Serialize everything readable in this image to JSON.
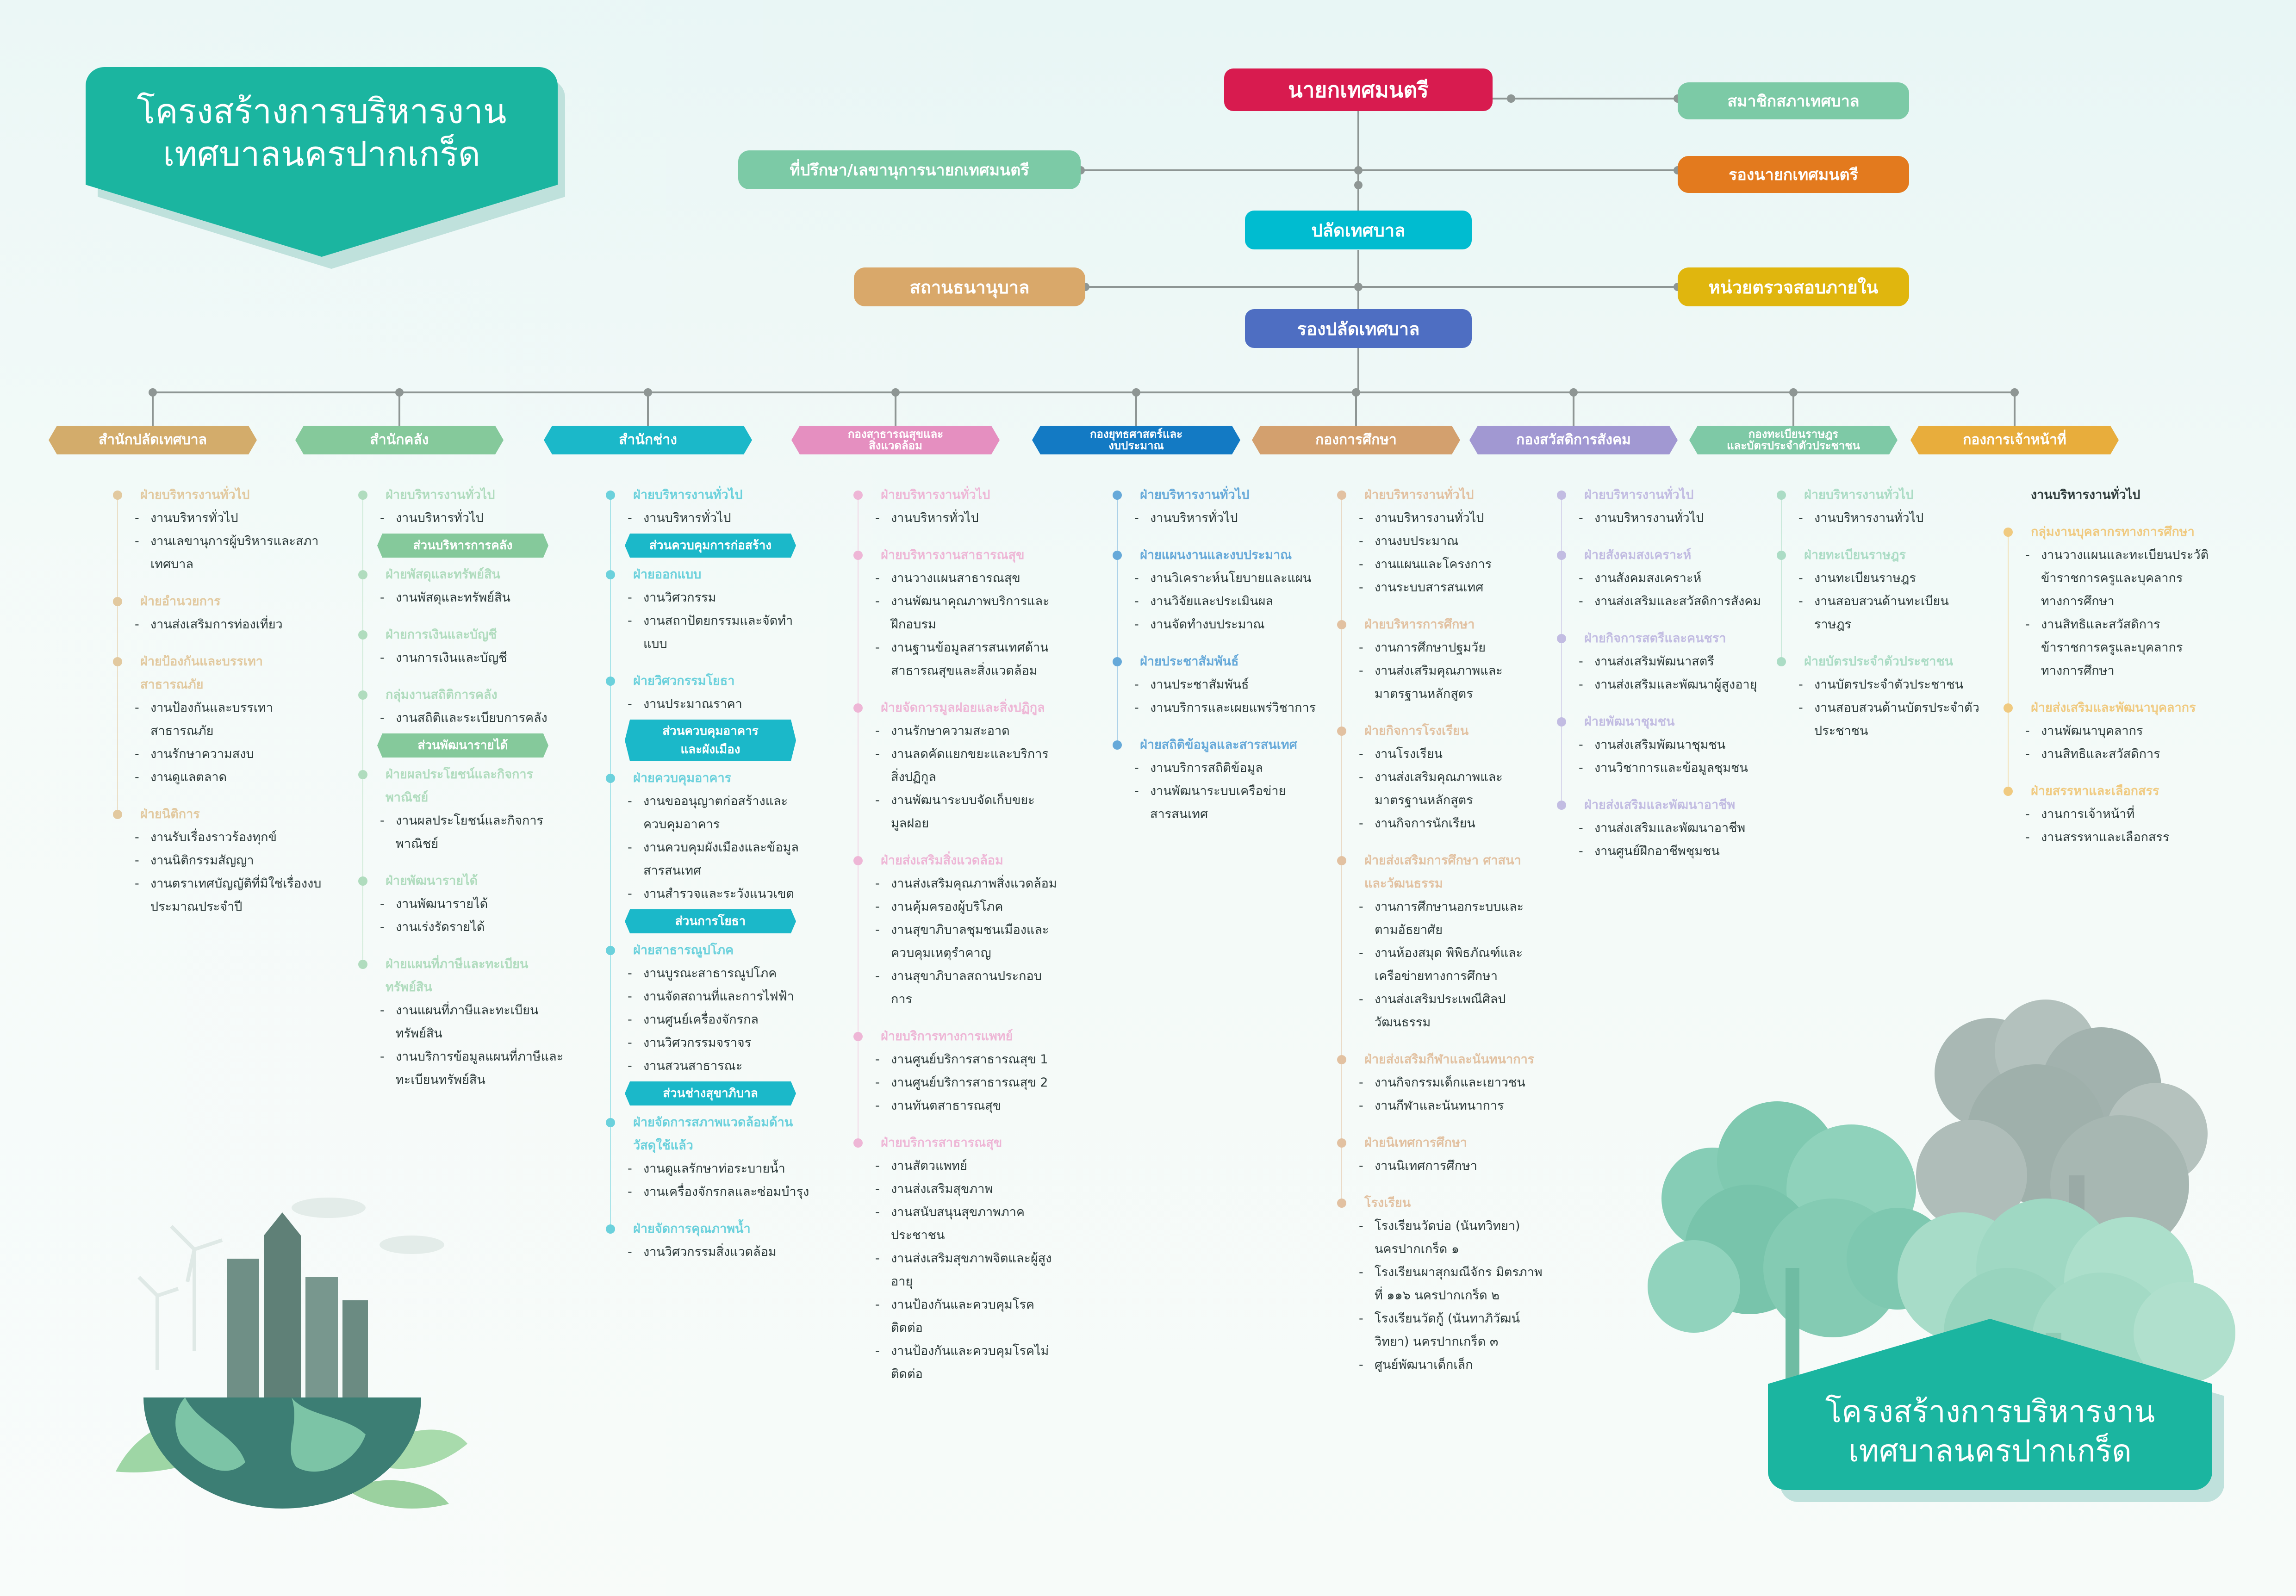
{
  "title_top": [
    "โครงสร้างการบริหารงาน",
    "เทศบาลนครปากเกร็ด"
  ],
  "title_bottom": [
    "โครงสร้างการบริหารงาน",
    "เทศบาลนครปากเกร็ด"
  ],
  "top": {
    "mayor": "นายกเทศมนตรี",
    "council": "สมาชิกสภาเทศบาล",
    "advisor": "ที่ปรึกษา/เลขานุการนายกเทศมนตรี",
    "deputy_mayor": "รองนายกเทศมนตรี",
    "clerk": "ปลัดเทศบาล",
    "pawnshop": "สถานธนานุบาล",
    "audit": "หน่วยตรวจสอบภายใน",
    "deputy_clerk": "รองปลัดเทศบาล"
  },
  "colors": {
    "teal": "#1bb5a0",
    "mayor": "#d81b4f",
    "council": "#7ccaa6",
    "advisor": "#7ccaa6",
    "deputy_mayor": "#e37a1e",
    "clerk": "#00bcd0",
    "pawnshop": "#d9a86a",
    "audit": "#e0b60e",
    "deputy_clerk": "#4e6ec2"
  },
  "departments": [
    {
      "name": "สำนักปลัดเทศบาล",
      "color": "#d3ac6b",
      "entries": [
        {
          "t": "node",
          "label": "ฝ่ายบริหารงานทั่วไป"
        },
        {
          "t": "item",
          "label": "งานบริหารทั่วไป"
        },
        {
          "t": "item",
          "label": "งานเลขานุการผู้บริหารและสภาเทศบาล"
        },
        {
          "t": "gap"
        },
        {
          "t": "node",
          "label": "ฝ่ายอำนวยการ"
        },
        {
          "t": "item",
          "label": "งานส่งเสริมการท่องเที่ยว"
        },
        {
          "t": "gap"
        },
        {
          "t": "node",
          "label": "ฝ่ายป้องกันและบรรเทาสาธารณภัย"
        },
        {
          "t": "item",
          "label": "งานป้องกันและบรรเทาสาธารณภัย"
        },
        {
          "t": "item",
          "label": "งานรักษาความสงบ"
        },
        {
          "t": "item",
          "label": "งานดูแลตลาด"
        },
        {
          "t": "gap"
        },
        {
          "t": "node",
          "label": "ฝ่ายนิติการ"
        },
        {
          "t": "item",
          "label": "งานรับเรื่องราวร้องทุกข์"
        },
        {
          "t": "item",
          "label": "งานนิติกรรมสัญญา"
        },
        {
          "t": "item",
          "label": "งานตราเทศบัญญัติที่มิใช่เรื่องงบประมาณประจำปี"
        }
      ]
    },
    {
      "name": "สำนักคลัง",
      "color": "#85c99b",
      "entries": [
        {
          "t": "node",
          "label": "ฝ่ายบริหารงานทั่วไป"
        },
        {
          "t": "item",
          "label": "งานบริหารทั่วไป"
        },
        {
          "t": "sub",
          "label": "ส่วนบริหารการคลัง"
        },
        {
          "t": "node",
          "label": "ฝ่ายพัสดุและทรัพย์สิน"
        },
        {
          "t": "item",
          "label": "งานพัสดุและทรัพย์สิน"
        },
        {
          "t": "gap"
        },
        {
          "t": "node",
          "label": "ฝ่ายการเงินและบัญชี"
        },
        {
          "t": "item",
          "label": "งานการเงินและบัญชี"
        },
        {
          "t": "gap"
        },
        {
          "t": "node",
          "label": "กลุ่มงานสถิติการคลัง"
        },
        {
          "t": "item",
          "label": "งานสถิติและระเบียบการคลัง"
        },
        {
          "t": "sub",
          "label": "ส่วนพัฒนารายได้"
        },
        {
          "t": "node",
          "label": "ฝ่ายผลประโยชน์และกิจการพาณิชย์"
        },
        {
          "t": "item",
          "label": "งานผลประโยชน์และกิจการพาณิชย์"
        },
        {
          "t": "gap"
        },
        {
          "t": "node",
          "label": "ฝ่ายพัฒนารายได้"
        },
        {
          "t": "item",
          "label": "งานพัฒนารายได้"
        },
        {
          "t": "item",
          "label": "งานเร่งรัดรายได้"
        },
        {
          "t": "gap"
        },
        {
          "t": "node",
          "label": "ฝ่ายแผนที่ภาษีและทะเบียนทรัพย์สิน"
        },
        {
          "t": "item",
          "label": "งานแผนที่ภาษีและทะเบียนทรัพย์สิน"
        },
        {
          "t": "item",
          "label": "งานบริการข้อมูลแผนที่ภาษีและทะเบียนทรัพย์สิน"
        }
      ]
    },
    {
      "name": "สำนักช่าง",
      "color": "#1bb8c9",
      "entries": [
        {
          "t": "node",
          "label": "ฝ่ายบริหารงานทั่วไป"
        },
        {
          "t": "item",
          "label": "งานบริหารทั่วไป"
        },
        {
          "t": "sub",
          "label": "ส่วนควบคุมการก่อสร้าง"
        },
        {
          "t": "node",
          "label": "ฝ่ายออกแบบ"
        },
        {
          "t": "item",
          "label": "งานวิศวกรรม"
        },
        {
          "t": "item",
          "label": "งานสถาปัตยกรรมและจัดทำแบบ"
        },
        {
          "t": "gap"
        },
        {
          "t": "node",
          "label": "ฝ่ายวิศวกรรมโยธา"
        },
        {
          "t": "item",
          "label": "งานประมาณราคา"
        },
        {
          "t": "sub2",
          "label": "ส่วนควบคุมอาคาร|และผังเมือง"
        },
        {
          "t": "node",
          "label": "ฝ่ายควบคุมอาคาร"
        },
        {
          "t": "item",
          "label": "งานขออนุญาตก่อสร้างและควบคุมอาคาร"
        },
        {
          "t": "item",
          "label": "งานควบคุมผังเมืองและข้อมูลสารสนเทศ"
        },
        {
          "t": "item",
          "label": "งานสำรวจและระวังแนวเขต"
        },
        {
          "t": "sub",
          "label": "ส่วนการโยธา"
        },
        {
          "t": "node",
          "label": "ฝ่ายสาธารณูปโภค"
        },
        {
          "t": "item",
          "label": "งานบูรณะสาธารณูปโภค"
        },
        {
          "t": "item",
          "label": "งานจัดสถานที่และการไฟฟ้า"
        },
        {
          "t": "item",
          "label": "งานศูนย์เครื่องจักรกล"
        },
        {
          "t": "item",
          "label": "งานวิศวกรรมจราจร"
        },
        {
          "t": "item",
          "label": "งานสวนสาธารณะ"
        },
        {
          "t": "sub",
          "label": "ส่วนช่างสุขาภิบาล"
        },
        {
          "t": "node",
          "label": "ฝ่ายจัดการสภาพแวดล้อมด้านวัสดุใช้แล้ว"
        },
        {
          "t": "item",
          "label": "งานดูแลรักษาท่อระบายน้ำ"
        },
        {
          "t": "item",
          "label": "งานเครื่องจักรกลและซ่อมบำรุง"
        },
        {
          "t": "gap"
        },
        {
          "t": "node",
          "label": "ฝ่ายจัดการคุณภาพน้ำ"
        },
        {
          "t": "item",
          "label": "งานวิศวกรรมสิ่งแวดล้อม"
        }
      ]
    },
    {
      "name": "กองสาธารณสุขและ|สิ่งแวดล้อม",
      "color": "#e58fc0",
      "small": true,
      "entries": [
        {
          "t": "node",
          "label": "ฝ่ายบริหารงานทั่วไป"
        },
        {
          "t": "item",
          "label": "งานบริหารทั่วไป"
        },
        {
          "t": "gap"
        },
        {
          "t": "node",
          "label": "ฝ่ายบริหารงานสาธารณสุข"
        },
        {
          "t": "item",
          "label": "งานวางแผนสาธารณสุข"
        },
        {
          "t": "item",
          "label": "งานพัฒนาคุณภาพบริการและฝึกอบรม"
        },
        {
          "t": "item",
          "label": "งานฐานข้อมูลสารสนเทศด้านสาธารณสุขและสิ่งแวดล้อม"
        },
        {
          "t": "gap"
        },
        {
          "t": "node",
          "label": "ฝ่ายจัดการมูลฝอยและสิ่งปฏิกูล"
        },
        {
          "t": "item",
          "label": "งานรักษาความสะอาด"
        },
        {
          "t": "item",
          "label": "งานลดคัดแยกขยะและบริการสิ่งปฏิกูล"
        },
        {
          "t": "item",
          "label": "งานพัฒนาระบบจัดเก็บขยะมูลฝอย"
        },
        {
          "t": "gap"
        },
        {
          "t": "node",
          "label": "ฝ่ายส่งเสริมสิ่งแวดล้อม"
        },
        {
          "t": "item",
          "label": "งานส่งเสริมคุณภาพสิ่งแวดล้อม"
        },
        {
          "t": "item",
          "label": "งานคุ้มครองผู้บริโภค"
        },
        {
          "t": "item",
          "label": "งานสุขาภิบาลชุมชนเมืองและควบคุมเหตุรำคาญ"
        },
        {
          "t": "item",
          "label": "งานสุขาภิบาลสถานประกอบการ"
        },
        {
          "t": "gap"
        },
        {
          "t": "node",
          "label": "ฝ่ายบริการทางการแพทย์"
        },
        {
          "t": "item",
          "label": "งานศูนย์บริการสาธารณสุข 1"
        },
        {
          "t": "item",
          "label": "งานศูนย์บริการสาธารณสุข 2"
        },
        {
          "t": "item",
          "label": "งานทันตสาธารณสุข"
        },
        {
          "t": "gap"
        },
        {
          "t": "node",
          "label": "ฝ่ายบริการสาธารณสุข"
        },
        {
          "t": "item",
          "label": "งานสัตวแพทย์"
        },
        {
          "t": "item",
          "label": "งานส่งเสริมสุขภาพ"
        },
        {
          "t": "item",
          "label": "งานสนับสนุนสุขภาพภาคประชาชน"
        },
        {
          "t": "item",
          "label": "งานส่งเสริมสุขภาพจิตและผู้สูงอายุ"
        },
        {
          "t": "item",
          "label": "งานป้องกันและควบคุมโรคติดต่อ"
        },
        {
          "t": "item",
          "label": "งานป้องกันและควบคุมโรคไม่ติดต่อ"
        }
      ]
    },
    {
      "name": "กองยุทธศาสตร์และ|งบประมาณ",
      "color": "#137ac4",
      "small": true,
      "entries": [
        {
          "t": "node",
          "label": "ฝ่ายบริหารงานทั่วไป"
        },
        {
          "t": "item",
          "label": "งานบริหารทั่วไป"
        },
        {
          "t": "gap"
        },
        {
          "t": "node",
          "label": "ฝ่ายแผนงานและงบประมาณ"
        },
        {
          "t": "item",
          "label": "งานวิเคราะห์นโยบายและแผน"
        },
        {
          "t": "item",
          "label": "งานวิจัยและประเมินผล"
        },
        {
          "t": "item",
          "label": "งานจัดทำงบประมาณ"
        },
        {
          "t": "gap"
        },
        {
          "t": "node",
          "label": "ฝ่ายประชาสัมพันธ์"
        },
        {
          "t": "item",
          "label": "งานประชาสัมพันธ์"
        },
        {
          "t": "item",
          "label": "งานบริการและเผยแพร่วิชาการ"
        },
        {
          "t": "gap"
        },
        {
          "t": "node",
          "label": "ฝ่ายสถิติข้อมูลและสารสนเทศ"
        },
        {
          "t": "item",
          "label": "งานบริการสถิติข้อมูล"
        },
        {
          "t": "item",
          "label": "งานพัฒนาระบบเครือข่ายสารสนเทศ"
        }
      ]
    },
    {
      "name": "กองการศึกษา",
      "color": "#d3a06e",
      "entries": [
        {
          "t": "node",
          "label": "ฝ่ายบริหารงานทั่วไป"
        },
        {
          "t": "item",
          "label": "งานบริหารงานทั่วไป"
        },
        {
          "t": "item",
          "label": "งานงบประมาณ"
        },
        {
          "t": "item",
          "label": "งานแผนและโครงการ"
        },
        {
          "t": "item",
          "label": "งานระบบสารสนเทศ"
        },
        {
          "t": "gap"
        },
        {
          "t": "node",
          "label": "ฝ่ายบริหารการศึกษา"
        },
        {
          "t": "item",
          "label": "งานการศึกษาปฐมวัย"
        },
        {
          "t": "item",
          "label": "งานส่งเสริมคุณภาพและมาตรฐานหลักสูตร"
        },
        {
          "t": "gap"
        },
        {
          "t": "node",
          "label": "ฝ่ายกิจการโรงเรียน"
        },
        {
          "t": "item",
          "label": "งานโรงเรียน"
        },
        {
          "t": "item",
          "label": "งานส่งเสริมคุณภาพและมาตรฐานหลักสูตร"
        },
        {
          "t": "item",
          "label": "งานกิจการนักเรียน"
        },
        {
          "t": "gap"
        },
        {
          "t": "node",
          "label": "ฝ่ายส่งเสริมการศึกษา ศาสนา และวัฒนธรรม"
        },
        {
          "t": "item",
          "label": "งานการศึกษานอกระบบและตามอัธยาศัย"
        },
        {
          "t": "item",
          "label": "งานห้องสมุด พิพิธภัณฑ์และเครือข่ายทางการศึกษา"
        },
        {
          "t": "item",
          "label": "งานส่งเสริมประเพณีศิลปวัฒนธรรม"
        },
        {
          "t": "gap"
        },
        {
          "t": "node",
          "label": "ฝ่ายส่งเสริมกีฬาและนันทนาการ"
        },
        {
          "t": "item",
          "label": "งานกิจกรรมเด็กและเยาวชน"
        },
        {
          "t": "item",
          "label": "งานกีฬาและนันทนาการ"
        },
        {
          "t": "gap"
        },
        {
          "t": "node",
          "label": "ฝ่ายนิเทศการศึกษา"
        },
        {
          "t": "item",
          "label": "งานนิเทศการศึกษา"
        },
        {
          "t": "gap"
        },
        {
          "t": "node",
          "label": "โรงเรียน"
        },
        {
          "t": "item",
          "label": "โรงเรียนวัดบ่อ (นันทวิทยา) นครปากเกร็ด ๑"
        },
        {
          "t": "item",
          "label": "โรงเรียนผาสุกมณีจักร มิตรภาพที่ ๑๑๖ นครปากเกร็ด ๒"
        },
        {
          "t": "item",
          "label": "โรงเรียนวัดกู้ (นันทาภิวัฒน์วิทยา) นครปากเกร็ด ๓"
        },
        {
          "t": "item",
          "label": "ศูนย์พัฒนาเด็กเล็ก"
        }
      ]
    },
    {
      "name": "กองสวัสดิการสังคม",
      "color": "#a198d2",
      "entries": [
        {
          "t": "node",
          "label": "ฝ่ายบริหารงานทั่วไป"
        },
        {
          "t": "item",
          "label": "งานบริหารงานทั่วไป"
        },
        {
          "t": "gap"
        },
        {
          "t": "node",
          "label": "ฝ่ายสังคมสงเคราะห์"
        },
        {
          "t": "item",
          "label": "งานสังคมสงเคราะห์"
        },
        {
          "t": "item",
          "label": "งานส่งเสริมและสวัสดิการสังคม"
        },
        {
          "t": "gap"
        },
        {
          "t": "node",
          "label": "ฝ่ายกิจการสตรีและคนชรา"
        },
        {
          "t": "item",
          "label": "งานส่งเสริมพัฒนาสตรี"
        },
        {
          "t": "item",
          "label": "งานส่งเสริมและพัฒนาผู้สูงอายุ"
        },
        {
          "t": "gap"
        },
        {
          "t": "node",
          "label": "ฝ่ายพัฒนาชุมชน"
        },
        {
          "t": "item",
          "label": "งานส่งเสริมพัฒนาชุมชน"
        },
        {
          "t": "item",
          "label": "งานวิชาการและข้อมูลชุมชน"
        },
        {
          "t": "gap"
        },
        {
          "t": "node",
          "label": "ฝ่ายส่งเสริมและพัฒนาอาชีพ"
        },
        {
          "t": "item",
          "label": "งานส่งเสริมและพัฒนาอาชีพ"
        },
        {
          "t": "item",
          "label": "งานศูนย์ฝึกอาชีพชุมชน"
        }
      ]
    },
    {
      "name": "กองทะเบียนราษฎร|และบัตรประจำตัวประชาชน",
      "color": "#7ec9a6",
      "small": true,
      "entries": [
        {
          "t": "node",
          "label": "ฝ่ายบริหารงานทั่วไป"
        },
        {
          "t": "item",
          "label": "งานบริหารงานทั่วไป"
        },
        {
          "t": "gap"
        },
        {
          "t": "node",
          "label": "ฝ่ายทะเบียนราษฎร"
        },
        {
          "t": "item",
          "label": "งานทะเบียนราษฎร"
        },
        {
          "t": "item",
          "label": "งานสอบสวนด้านทะเบียนราษฎร"
        },
        {
          "t": "gap"
        },
        {
          "t": "node",
          "label": "ฝ่ายบัตรประจำตัวประชาชน"
        },
        {
          "t": "item",
          "label": "งานบัตรประจำตัวประชาชน"
        },
        {
          "t": "item",
          "label": "งานสอบสวนด้านบัตรประจำตัวประชาชน"
        }
      ]
    },
    {
      "name": "กองการเจ้าหน้าที่",
      "color": "#e8ad3c",
      "entries": [
        {
          "t": "plain",
          "label": "งานบริหารงานทั่วไป"
        },
        {
          "t": "gap"
        },
        {
          "t": "node",
          "label": "กลุ่มงานบุคลากรทางการศึกษา"
        },
        {
          "t": "item",
          "label": "งานวางแผนและทะเบียนประวัติข้าราชการครูและบุคลากรทางการศึกษา"
        },
        {
          "t": "item",
          "label": "งานสิทธิและสวัสดิการข้าราชการครูและบุคลากรทางการศึกษา"
        },
        {
          "t": "gap"
        },
        {
          "t": "node",
          "label": "ฝ่ายส่งเสริมและพัฒนาบุคลากร"
        },
        {
          "t": "item",
          "label": "งานพัฒนาบุคลากร"
        },
        {
          "t": "item",
          "label": "งานสิทธิและสวัสดิการ"
        },
        {
          "t": "gap"
        },
        {
          "t": "node",
          "label": "ฝ่ายสรรหาและเลือกสรร"
        },
        {
          "t": "item",
          "label": "งานการเจ้าหน้าที่"
        },
        {
          "t": "item",
          "label": "งานสรรหาและเลือกสรร"
        }
      ]
    }
  ]
}
